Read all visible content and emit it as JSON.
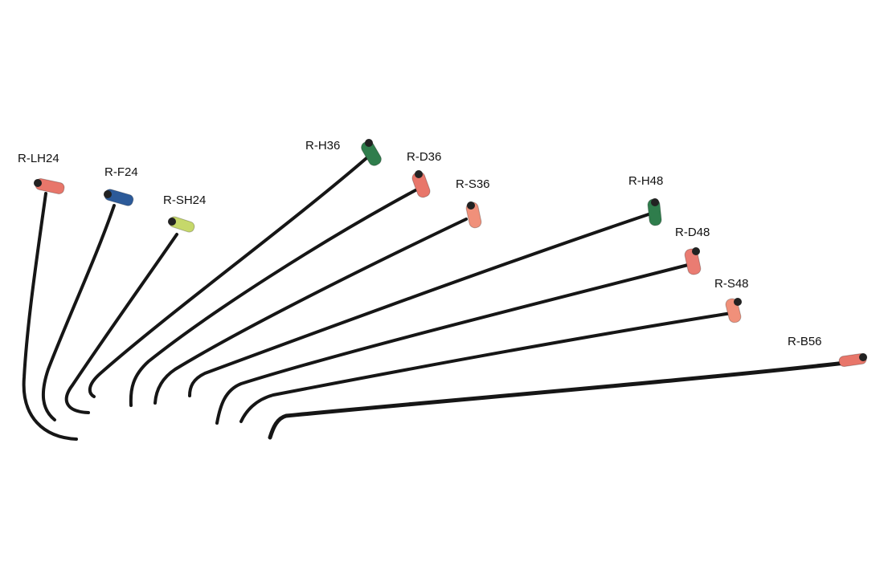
{
  "tools": [
    {
      "label": "R-LH24",
      "handle_color": "#e8766a"
    },
    {
      "label": "R-F24",
      "handle_color": "#2c5a99"
    },
    {
      "label": "R-SH24",
      "handle_color": "#c6d86a"
    },
    {
      "label": "R-H36",
      "handle_color": "#2f7d4c"
    },
    {
      "label": "R-D36",
      "handle_color": "#e8766a"
    },
    {
      "label": "R-S36",
      "handle_color": "#f0907a"
    },
    {
      "label": "R-H48",
      "handle_color": "#2f7d4c"
    },
    {
      "label": "R-D48",
      "handle_color": "#ea7c72"
    },
    {
      "label": "R-S48",
      "handle_color": "#f0907a"
    },
    {
      "label": "R-B56",
      "handle_color": "#e8766a"
    }
  ]
}
